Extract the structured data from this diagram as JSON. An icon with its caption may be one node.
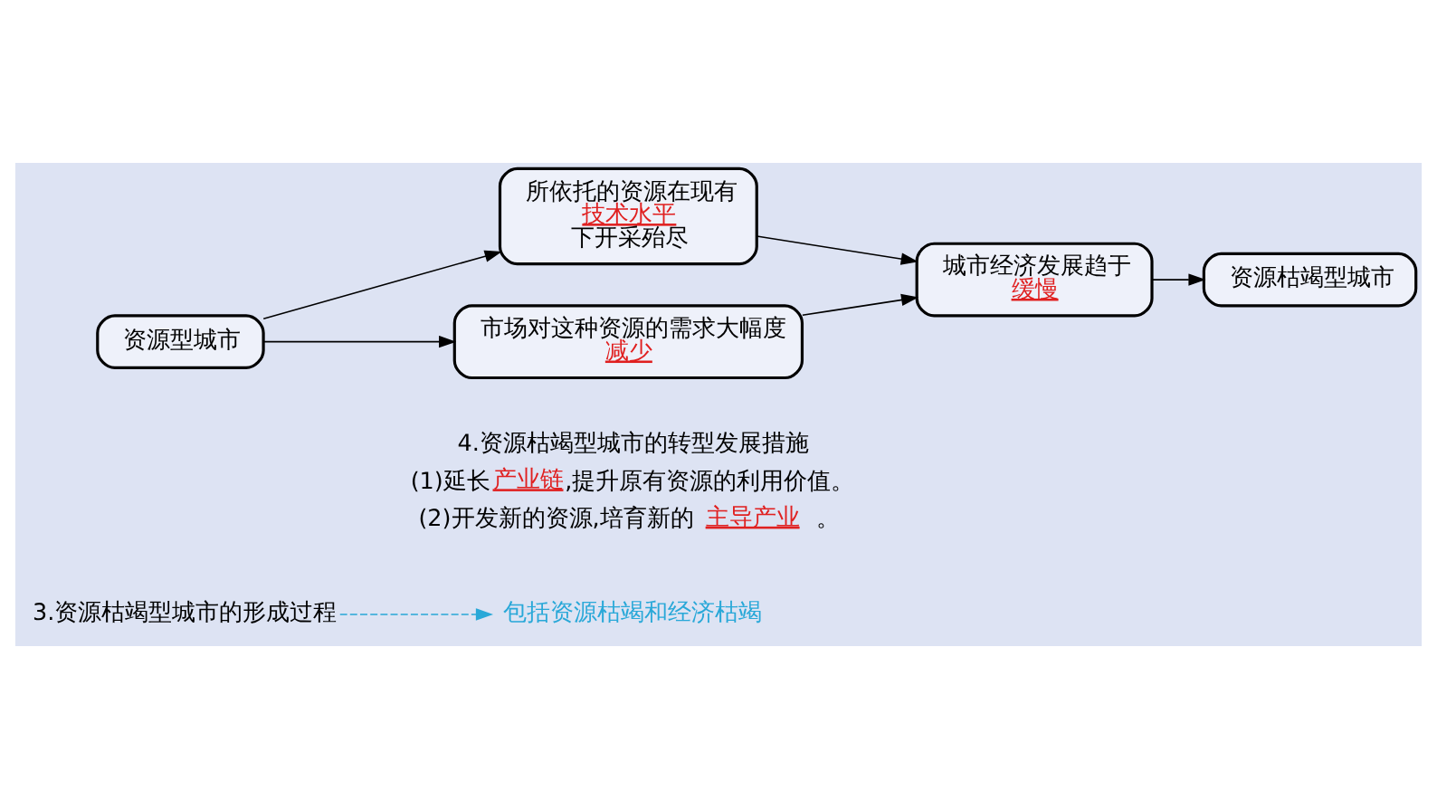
{
  "diagram": {
    "nodes": [
      {
        "text": [
          "3.资源枯竭型城市的形成过程"
        ]
      },
      {
        "text": [
          "包括资源枯竭和经济枯竭"
        ]
      },
      {
        "text": [
          "资源型城市"
        ]
      },
      {
        "text": [
          "所依托的资源在现有",
          "技术水平",
          "下开采殆尽"
        ]
      },
      {
        "text": [
          "市场对这种资源的需求大幅度",
          "减少"
        ]
      },
      {
        "text": [
          "城市经济发展趋于",
          "缓慢"
        ]
      },
      {
        "text": [
          "资源枯竭型城市"
        ]
      }
    ],
    "edges": [
      {
        "from": 0,
        "to": 1,
        "arrow": "to",
        "style": "dashed",
        "color": "#29a8d8"
      },
      {
        "from": 2,
        "to": 3,
        "arrow": "to"
      },
      {
        "from": 2,
        "to": 4,
        "arrow": "to"
      },
      {
        "from": 3,
        "to": 5,
        "arrow": "to"
      },
      {
        "from": 4,
        "to": 5,
        "arrow": "to"
      },
      {
        "from": 5,
        "to": 6,
        "arrow": "to"
      }
    ],
    "labels": [
      "4.资源枯竭型城市的转型发展措施",
      "(1)延长",
      "产业链",
      ",提升原有资源的利用价值。",
      "(2)开发新的资源,培育新的",
      "主导产业",
      "。"
    ]
  }
}
